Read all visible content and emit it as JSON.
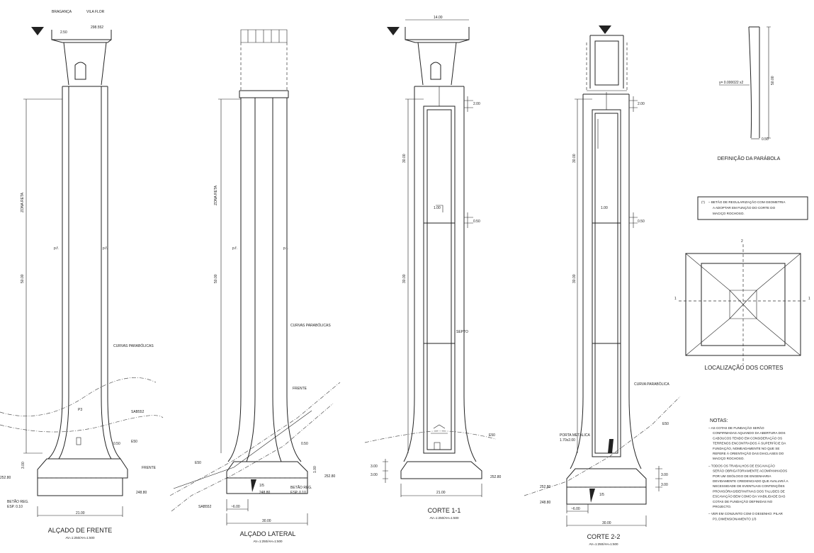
{
  "views": [
    {
      "title": "ALÇADO DE FRENTE",
      "scale": "AV=1:250/AH=1:500",
      "labels": {
        "left_dir": "BRAGANÇA",
        "right_dir": "VILA FLOR",
        "deck_w": "2.50",
        "elev_top": "298.552",
        "zone": "ZONA RETA",
        "parab": "CURVAS PARABÓLICAS",
        "pier": "P3",
        "length": "50.00",
        "batter": "p.f.",
        "s1": "SAB552",
        "s2": "E50",
        "s3": "FRENTE",
        "d1": "0.50",
        "d2": "3.00",
        "el1": "252.80",
        "el2": "248.80",
        "betao": "BETÃO REG.",
        "esp": "ESP. 0.10",
        "base_w": "21.00"
      }
    },
    {
      "title": "ALÇADO LATERAL",
      "scale": "AV=1:250/AH=1:500",
      "labels": {
        "zone": "ZONA RETA",
        "parab": "CURVAS PARABÓLICAS",
        "length": "50.00",
        "batter": "p.f.",
        "frente": "FRENTE",
        "e50": "E50",
        "sab": "SAB552",
        "d1": "0.50",
        "d2": "1.00",
        "slope": "1/5",
        "el1": "252.80",
        "el2": "248.80",
        "betao": "BETÃO REG.",
        "esp": "ESP. 0.10",
        "off": "~6.00",
        "base_w": "30.00"
      }
    },
    {
      "title": "CORTE 1-1",
      "scale": "AV=1:250/AH=1:500",
      "labels": {
        "deck_w": "14.00",
        "d_top": "2.00",
        "len1": "30.00",
        "wall": "1.00",
        "d_mid": "0.50",
        "len2": "30.00",
        "septo": "SEPTO",
        "e50": "E50",
        "h1": "3.00",
        "h2": "3.00",
        "el": "252.80",
        "base_w": "21.00"
      }
    },
    {
      "title": "CORTE 2-2",
      "scale": "AV=1:250/AH=1:500",
      "labels": {
        "d_top": "2.00",
        "len1": "30.00",
        "wall": "1.00",
        "d_mid": "0.50",
        "len2": "30.00",
        "parab": "CURVA PARABÓLICA",
        "porta": "PORTA METÁLICA",
        "porta_dim": "1.70x2.00",
        "e50": "E50",
        "h1": "3.00",
        "h2": "3.00",
        "el1": "252.80",
        "el2": "248.80",
        "slope": "1/5",
        "off": "~6.00",
        "base_w": "30.00"
      }
    }
  ],
  "parabola": {
    "title": "DEFINIÇÃO DA PARÁBOLA",
    "eq": "y= 0.000022 x2",
    "h": "50.00",
    "w": "0.50"
  },
  "note_box": {
    "mark": "(*)",
    "text": [
      "– BETÃO DE REGULARIZAÇÃO COM GEOMETRIA",
      "A ADOPTAR EM FUNÇÃO DO CORTE DO",
      "MACIÇO ROCHOSO."
    ]
  },
  "plan": {
    "title": "LOCALIZAÇÃO DOS CORTES",
    "mark1": "1",
    "mark2": "2"
  },
  "notes": {
    "title": "NOTAS:",
    "items": [
      [
        "– AS COTAS DE FUNDAÇÃO SERÃO",
        "CONFIRMADAS AQUANDO DA ABERTURA DOS",
        "CABOUCOS TENDO EM CONSIDERAÇÃO OS",
        "TERRENOS ENCONTRADOS À SUPERFÍCIE DA",
        "FUNDAÇÃO, NOMEADAMENTE NO QUE SE",
        "REFERE À ORIENTAÇÃO DAS DIACLASES DO",
        "MACIÇO ROCHOSO."
      ],
      [
        "– TODOS OS TRABALHOS DE ESCAVAÇÃO",
        "SERÃO OBRIGATORIAMENTE ACOMPANHADOS",
        "POR UM GEÓLOGO DE ENGENHARIA",
        "DEVIDAMENTE CREDENCIADO QUE AVALIARÁ A",
        "NECESSIDADE DE EVENTUAIS CONTENÇÕES",
        "PROVISÓRIAS/DEFINITIVAS DOS TALUDES DE",
        "ESCAVAÇÃO BEM COMO DA VIABILIDADE DAS",
        "COTAS DE FUNDAÇÃO DEFINIDAS NO",
        "PROJECTO."
      ],
      [
        "– VER EM CONJUNTO COM O DESENHO: PILAR",
        "P3, DIMENSIONAMENTO 1/3"
      ]
    ]
  }
}
